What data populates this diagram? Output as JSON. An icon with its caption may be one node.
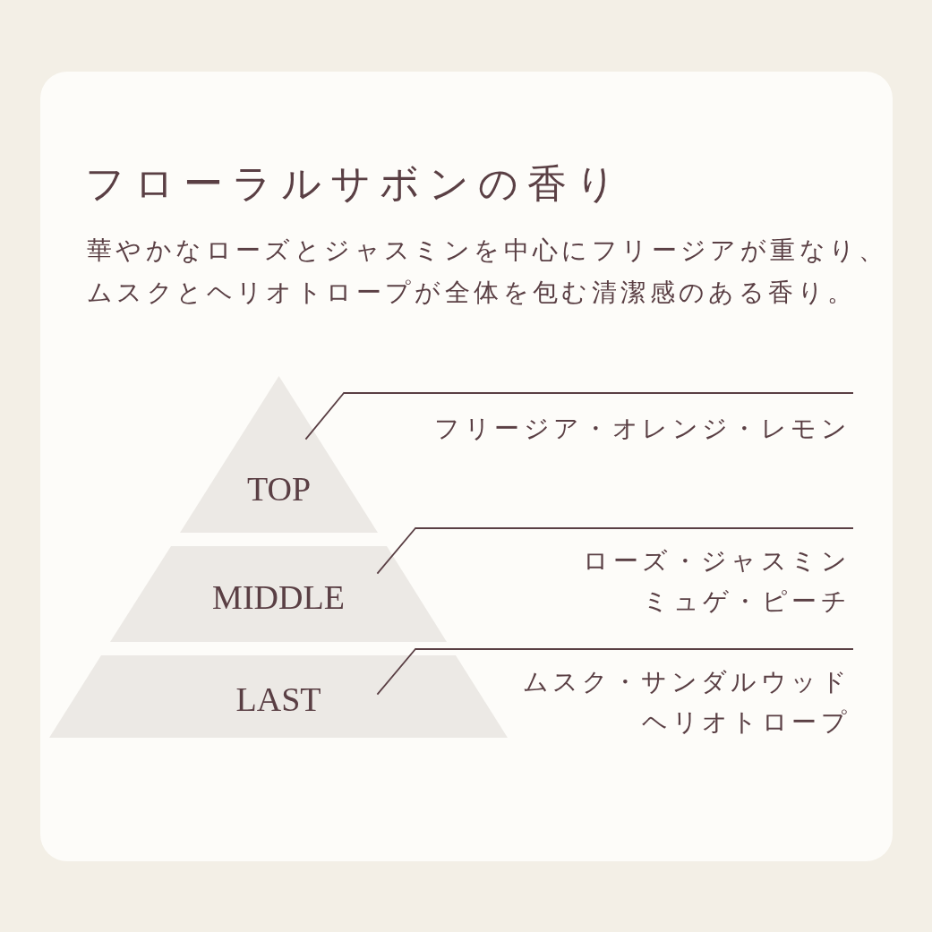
{
  "diagram": {
    "title": "フローラルサボンの香り",
    "nodes": [
      {
        "text": [
          "TOP"
        ]
      },
      {
        "text": [
          "MIDDLE"
        ]
      },
      {
        "text": [
          "LAST"
        ]
      },
      {
        "text": [
          "フリージア・オレンジ・レモン"
        ]
      },
      {
        "text": [
          "ローズ・ジャスミンミュゲ・ピーチ"
        ]
      },
      {
        "text": [
          "ムスク・サンダルウッドヘリオトロープ"
        ]
      }
    ],
    "edges": [
      {
        "from": 3,
        "to": 0,
        "arrow": "none"
      },
      {
        "from": 4,
        "to": 1,
        "arrow": "none"
      },
      {
        "from": 5,
        "to": 2,
        "arrow": "none"
      }
    ],
    "labels": [
      "華やかなローズとジャスミンを中心にフリージアが重なり、ムスクとヘリオトロープが全体を包む清潔感のある香り。"
    ]
  }
}
